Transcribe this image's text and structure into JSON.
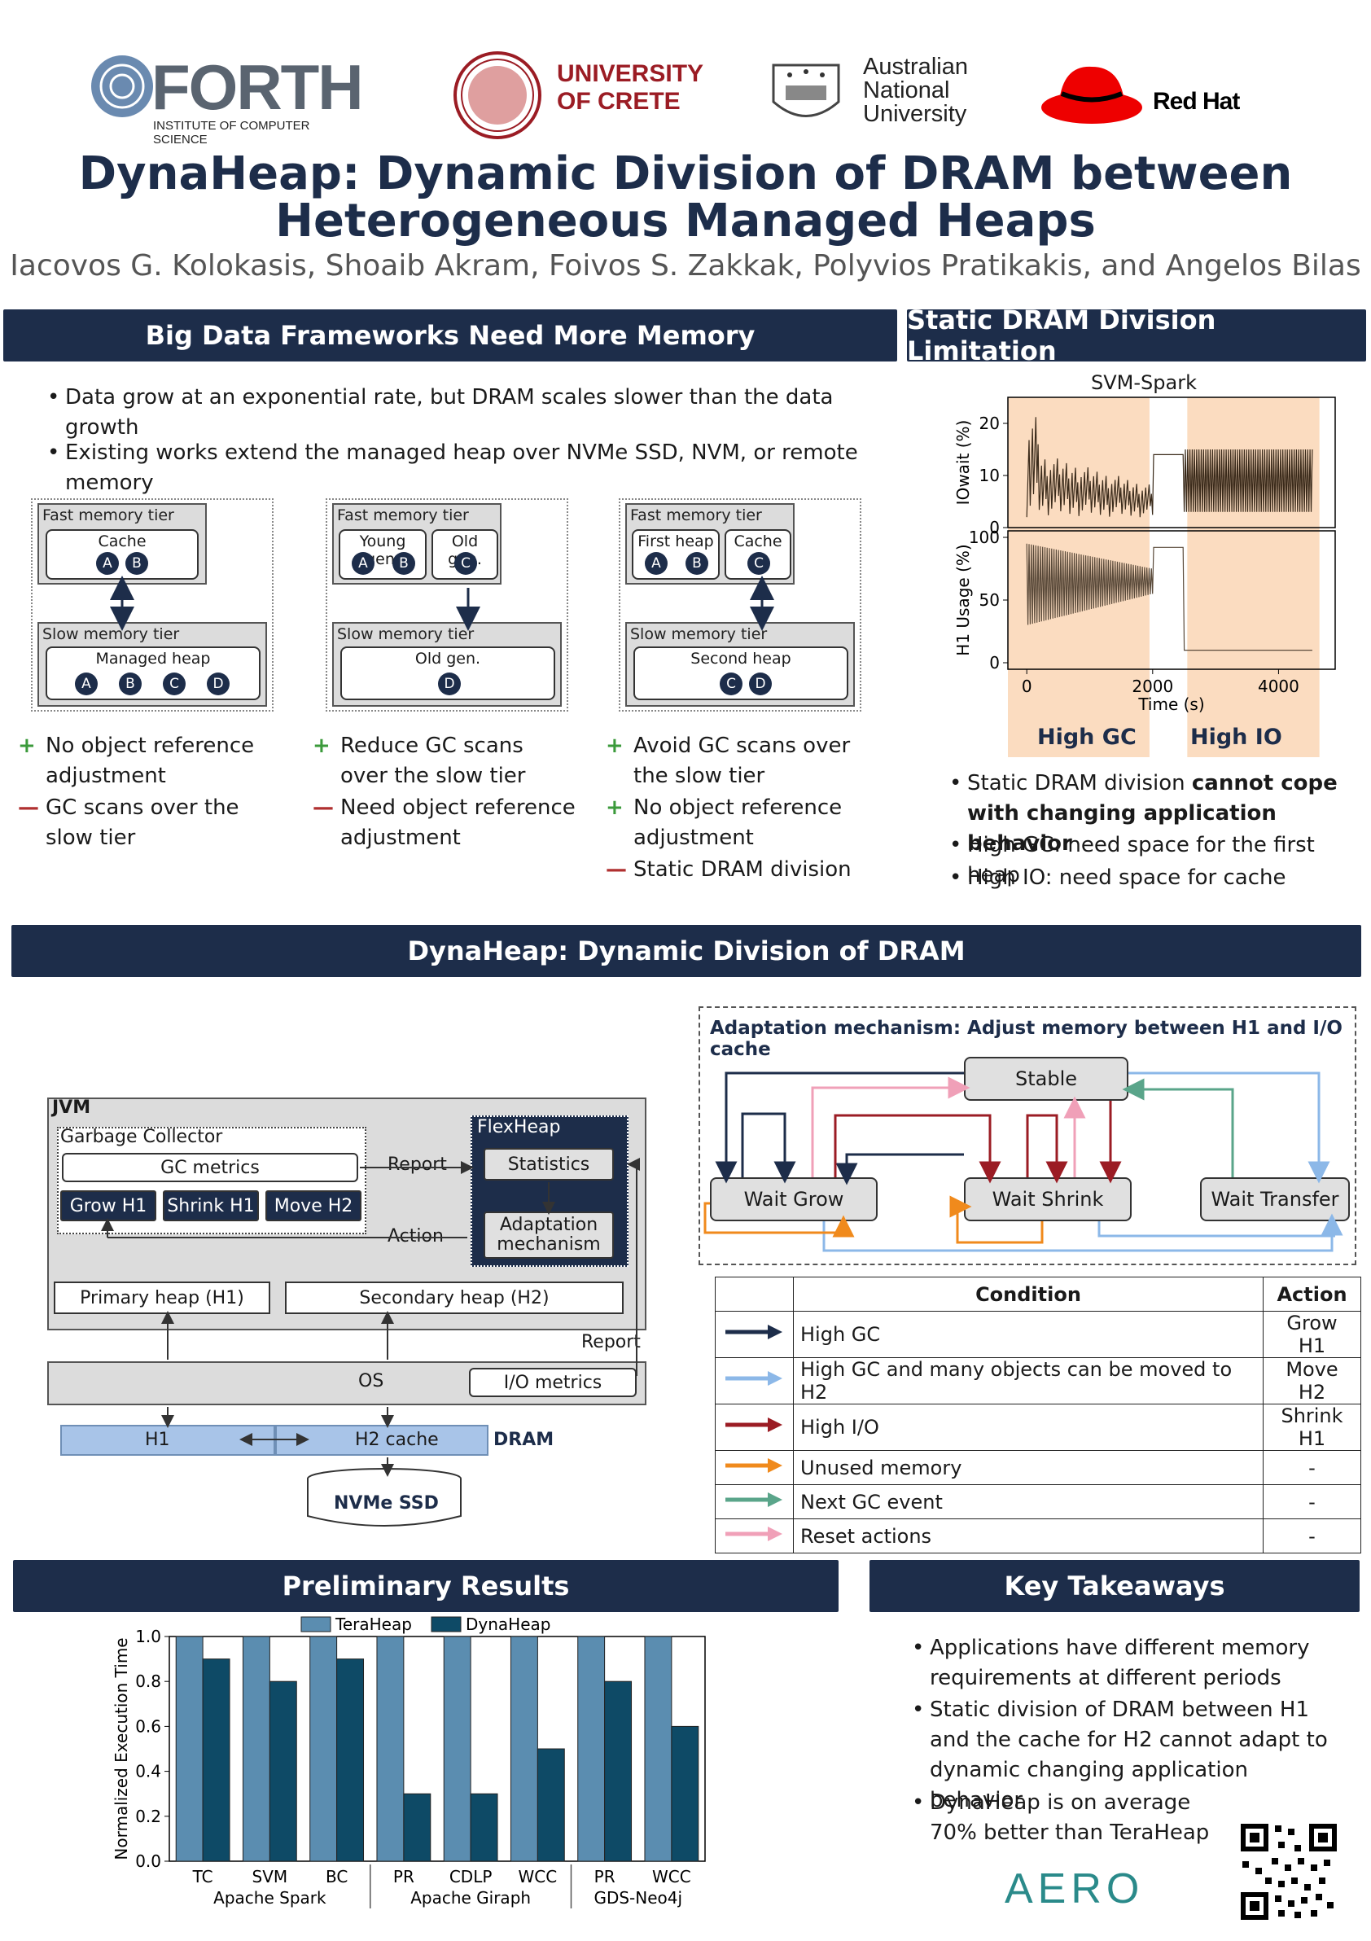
{
  "logos": {
    "forth": "FORTH",
    "forth_sub": "INSTITUTE OF COMPUTER SCIENCE",
    "crete": "UNIVERSITY\nOF CRETE",
    "anu": "Australian\nNational\nUniversity",
    "redhat": "Red Hat",
    "aero": "AERO"
  },
  "title_line1": "DynaHeap: Dynamic Division of DRAM between",
  "title_line2": "Heterogeneous Managed Heaps",
  "authors": "Iacovos G. Kolokasis, Shoaib Akram, Foivos S. Zakkak, Polyvios Pratikakis, and Angelos Bilas",
  "section1": {
    "header": "Big Data Frameworks Need More Memory",
    "bullets": [
      "Data grow at an exponential rate, but DRAM scales slower than the data growth",
      "Existing works extend the managed heap over NVMe SSD, NVM, or remote memory"
    ],
    "fast_tier": "Fast memory tier",
    "slow_tier": "Slow memory tier",
    "d1": {
      "fast": "Cache",
      "slow": "Managed heap"
    },
    "d2": {
      "fast_a": "Young gen.",
      "fast_b": "Old gen.",
      "slow": "Old gen."
    },
    "d3": {
      "fast_a": "First heap",
      "fast_b": "Cache",
      "slow": "Second heap"
    },
    "objects": {
      "a": "A",
      "b": "B",
      "c": "C",
      "d": "D"
    },
    "col1": {
      "p1": "No object reference adjustment",
      "m1": "GC scans over the slow tier"
    },
    "col2": {
      "p1": "Reduce GC scans over the slow tier",
      "m1": "Need object reference adjustment"
    },
    "col3": {
      "p1": "Avoid GC scans over the slow tier",
      "p2": "No object reference adjustment",
      "m1": "Static DRAM division"
    },
    "plus": "+",
    "minus": "—"
  },
  "section2": {
    "header": "Static DRAM Division Limitation",
    "chart_title": "SVM-Spark",
    "bullet1_a": "Static DRAM division ",
    "bullet1_b": "cannot cope with changing application behavior",
    "bullet2": "High GC: need space for the first heap",
    "bullet3": "High IO: need space for cache",
    "high_gc": "High GC",
    "high_io": "High IO"
  },
  "chart_data": [
    {
      "type": "line",
      "title": "SVM-Spark",
      "panels": [
        {
          "ylabel": "IOwait (%)",
          "yticks": [
            0,
            10,
            20
          ],
          "ylim": [
            0,
            25
          ]
        },
        {
          "ylabel": "H1 Usage (%)",
          "yticks": [
            0,
            50,
            100
          ],
          "ylim": [
            0,
            100
          ]
        }
      ],
      "xlabel": "Time (s)",
      "xticks": [
        0,
        2000,
        4000
      ],
      "xlim": [
        -300,
        4900
      ],
      "shaded_regions": [
        {
          "label": "High GC",
          "x": [
            -300,
            1950
          ]
        },
        {
          "label": "High IO",
          "x": [
            2550,
            4650
          ]
        }
      ]
    },
    {
      "type": "bar",
      "ylabel": "Normalized Execution Time",
      "ylim": [
        0,
        1.0
      ],
      "yticks": [
        "0.0",
        "0.2",
        "0.4",
        "0.6",
        "0.8",
        "1.0"
      ],
      "categories": [
        "TC",
        "SVM",
        "BC",
        "PR",
        "CDLP",
        "WCC",
        "PR",
        "WCC"
      ],
      "groups": [
        {
          "name": "Apache Spark",
          "count": 3
        },
        {
          "name": "Apache Giraph",
          "count": 3
        },
        {
          "name": "GDS-Neo4j",
          "count": 2
        }
      ],
      "series": [
        {
          "name": "TeraHeap",
          "values": [
            1.0,
            1.0,
            1.0,
            1.0,
            1.0,
            1.0,
            1.0,
            1.0
          ],
          "color": "#5b8db0"
        },
        {
          "name": "DynaHeap",
          "values": [
            0.9,
            0.8,
            0.9,
            0.3,
            0.3,
            0.5,
            0.8,
            0.6
          ],
          "color": "#0e4a66"
        }
      ]
    }
  ],
  "section3": {
    "header": "DynaHeap: Dynamic Division of DRAM",
    "jvm": "JVM",
    "gc": "Garbage Collector",
    "gc_metrics": "GC metrics",
    "grow": "Grow H1",
    "shrink": "Shrink H1",
    "move": "Move H2",
    "report": "Report",
    "action": "Action",
    "flexheap": "FlexHeap",
    "statistics": "Statistics",
    "adaptation": "Adaptation mechanism",
    "primary": "Primary heap (H1)",
    "secondary": "Secondary heap (H2)",
    "report2": "Report",
    "os": "OS",
    "io_metrics": "I/O metrics",
    "h1": "H1",
    "h2cache": "H2 cache",
    "dram": "DRAM",
    "nvme": "NVMe SSD",
    "adapt_title": "Adaptation mechanism: Adjust memory between H1 and I/O cache",
    "stable": "Stable",
    "wait_grow": "Wait Grow",
    "wait_shrink": "Wait Shrink",
    "wait_transfer": "Wait Transfer",
    "table": {
      "h_condition": "Condition",
      "h_action": "Action",
      "rows": [
        {
          "condition": "High GC",
          "action": "Grow H1",
          "color": "#1d2d4a"
        },
        {
          "condition": "High GC and many objects can be moved to H2",
          "action": "Move H2",
          "color": "#8cb8e8"
        },
        {
          "condition": "High I/O",
          "action": "Shrink H1",
          "color": "#9b1c24"
        },
        {
          "condition": "Unused memory",
          "action": "-",
          "color": "#f08a1c"
        },
        {
          "condition": "Next GC event",
          "action": "-",
          "color": "#5aa58a"
        },
        {
          "condition": "Reset actions",
          "action": "-",
          "color": "#f0a0b8"
        }
      ]
    }
  },
  "section4": {
    "header": "Preliminary Results",
    "legend_a": "TeraHeap",
    "legend_b": "DynaHeap",
    "ylabel": "Normalized Execution Time"
  },
  "section5": {
    "header": "Key Takeaways",
    "bullets": [
      "Applications have different memory requirements at different periods",
      "Static division of DRAM between H1 and the cache for H2 cannot adapt to dynamic changing application behavior",
      "DynaHeap is on average 70% better than TeraHeap"
    ]
  }
}
